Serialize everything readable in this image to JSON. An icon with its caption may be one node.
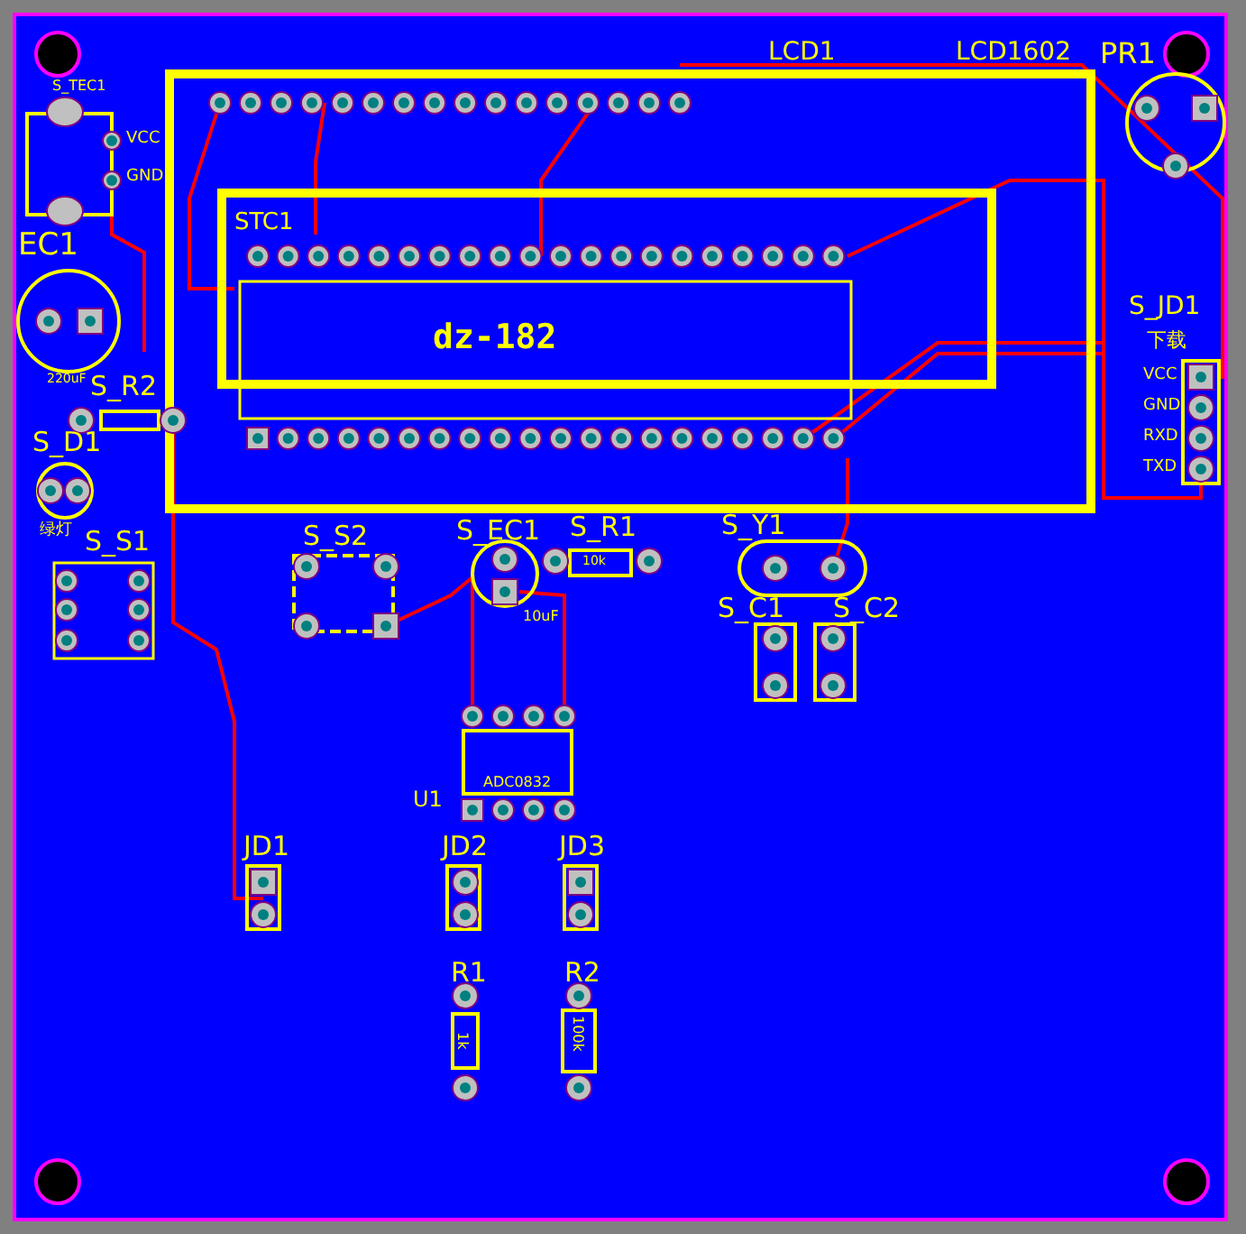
{
  "diagram": {
    "labels": [
      "LCD1",
      "LCD1602",
      "PR1",
      "S_TEC1",
      "VCC",
      "GND",
      "STC1",
      "EC1",
      "dz-182",
      "S_JD1",
      "下载",
      "VCC",
      "GND",
      "RXD",
      "TXD",
      "220uF",
      "S_R2",
      "S_D1",
      "绿灯",
      "S_S1",
      "S_S2",
      "S_EC1",
      "S_R1",
      "10k",
      "S_Y1",
      "S_C1",
      "S_C2",
      "10uF",
      "ADC0832",
      "U1",
      "JD1",
      "JD2",
      "JD3",
      "R1",
      "R2",
      "1k",
      "100k"
    ]
  }
}
